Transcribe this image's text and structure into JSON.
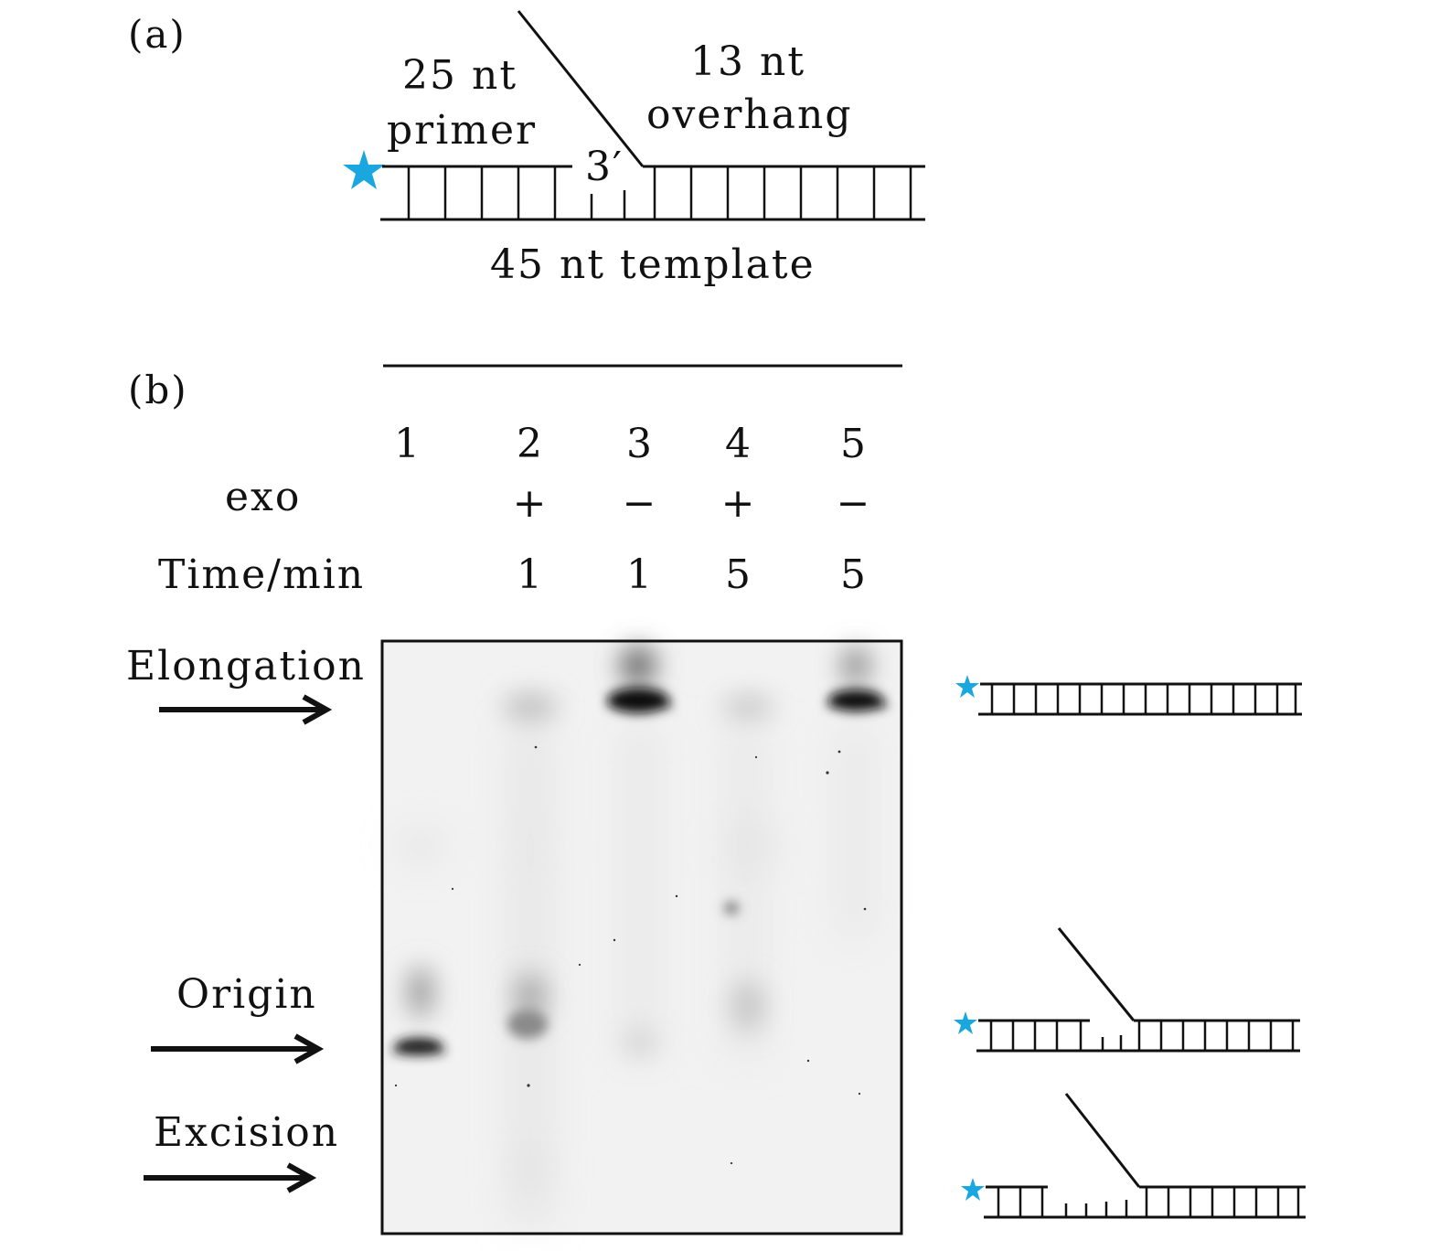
{
  "panel_a": {
    "label": "(a)",
    "primer_label_line1": "25 nt",
    "primer_label_line2": "primer",
    "overhang_label_line1": "13 nt",
    "overhang_label_line2": "overhang",
    "three_prime_label": "3′",
    "template_label": "45 nt template"
  },
  "panel_b": {
    "label": "(b)",
    "lane_numbers": [
      "1",
      "2",
      "3",
      "4",
      "5"
    ],
    "exo_label": "exo",
    "exo_values": [
      "",
      "+",
      "−",
      "+",
      "−"
    ],
    "time_label": "Time/min",
    "time_values": [
      "",
      "1",
      "1",
      "5",
      "5"
    ],
    "arrows": {
      "elongation": "Elongation",
      "origin": "Origin",
      "excision": "Excision"
    }
  },
  "colors": {
    "label_star": "#1aa7e0",
    "gel_background": "#f2f2f2",
    "band": "#0a0a0a"
  }
}
